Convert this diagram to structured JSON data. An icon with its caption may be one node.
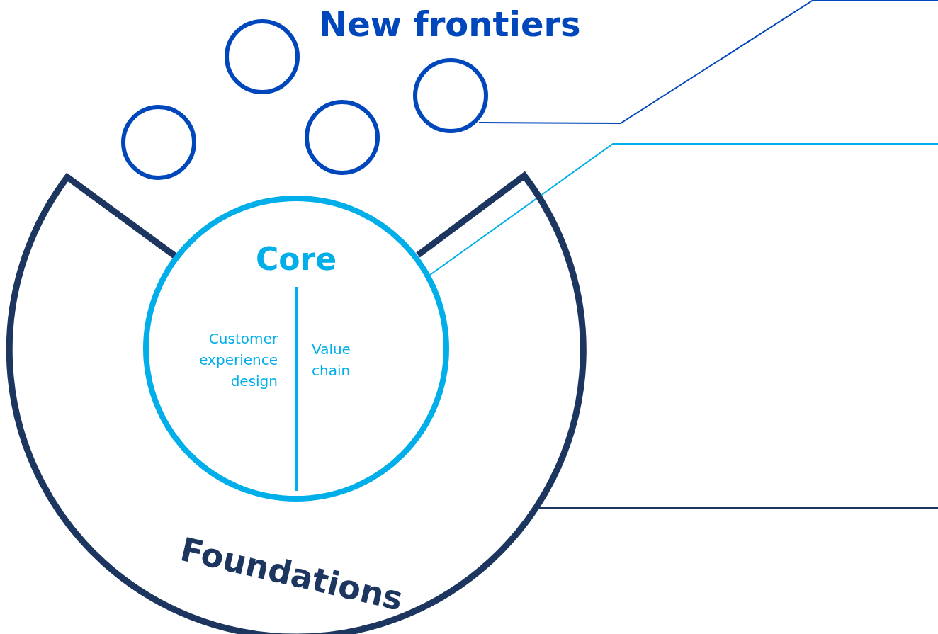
{
  "diagram": {
    "nodes": [
      {
        "text": [
          "Foundations"
        ]
      },
      {
        "text": [
          "Core",
          "Customer experience design",
          "Value chain"
        ],
        "in": 0
      },
      {
        "text": [],
        "shape": "circle"
      },
      {
        "text": [],
        "shape": "circle"
      },
      {
        "text": [],
        "shape": "circle"
      },
      {
        "text": [],
        "shape": "circle"
      }
    ],
    "edges": [
      {
        "from": 5,
        "to": null,
        "arrow": "none",
        "color": "#0047bb"
      },
      {
        "from": 1,
        "to": null,
        "arrow": "none",
        "color": "#00aee9"
      },
      {
        "from": 0,
        "to": null,
        "arrow": "none",
        "color": "#1d3660"
      }
    ],
    "labels": [
      "New frontiers"
    ]
  }
}
